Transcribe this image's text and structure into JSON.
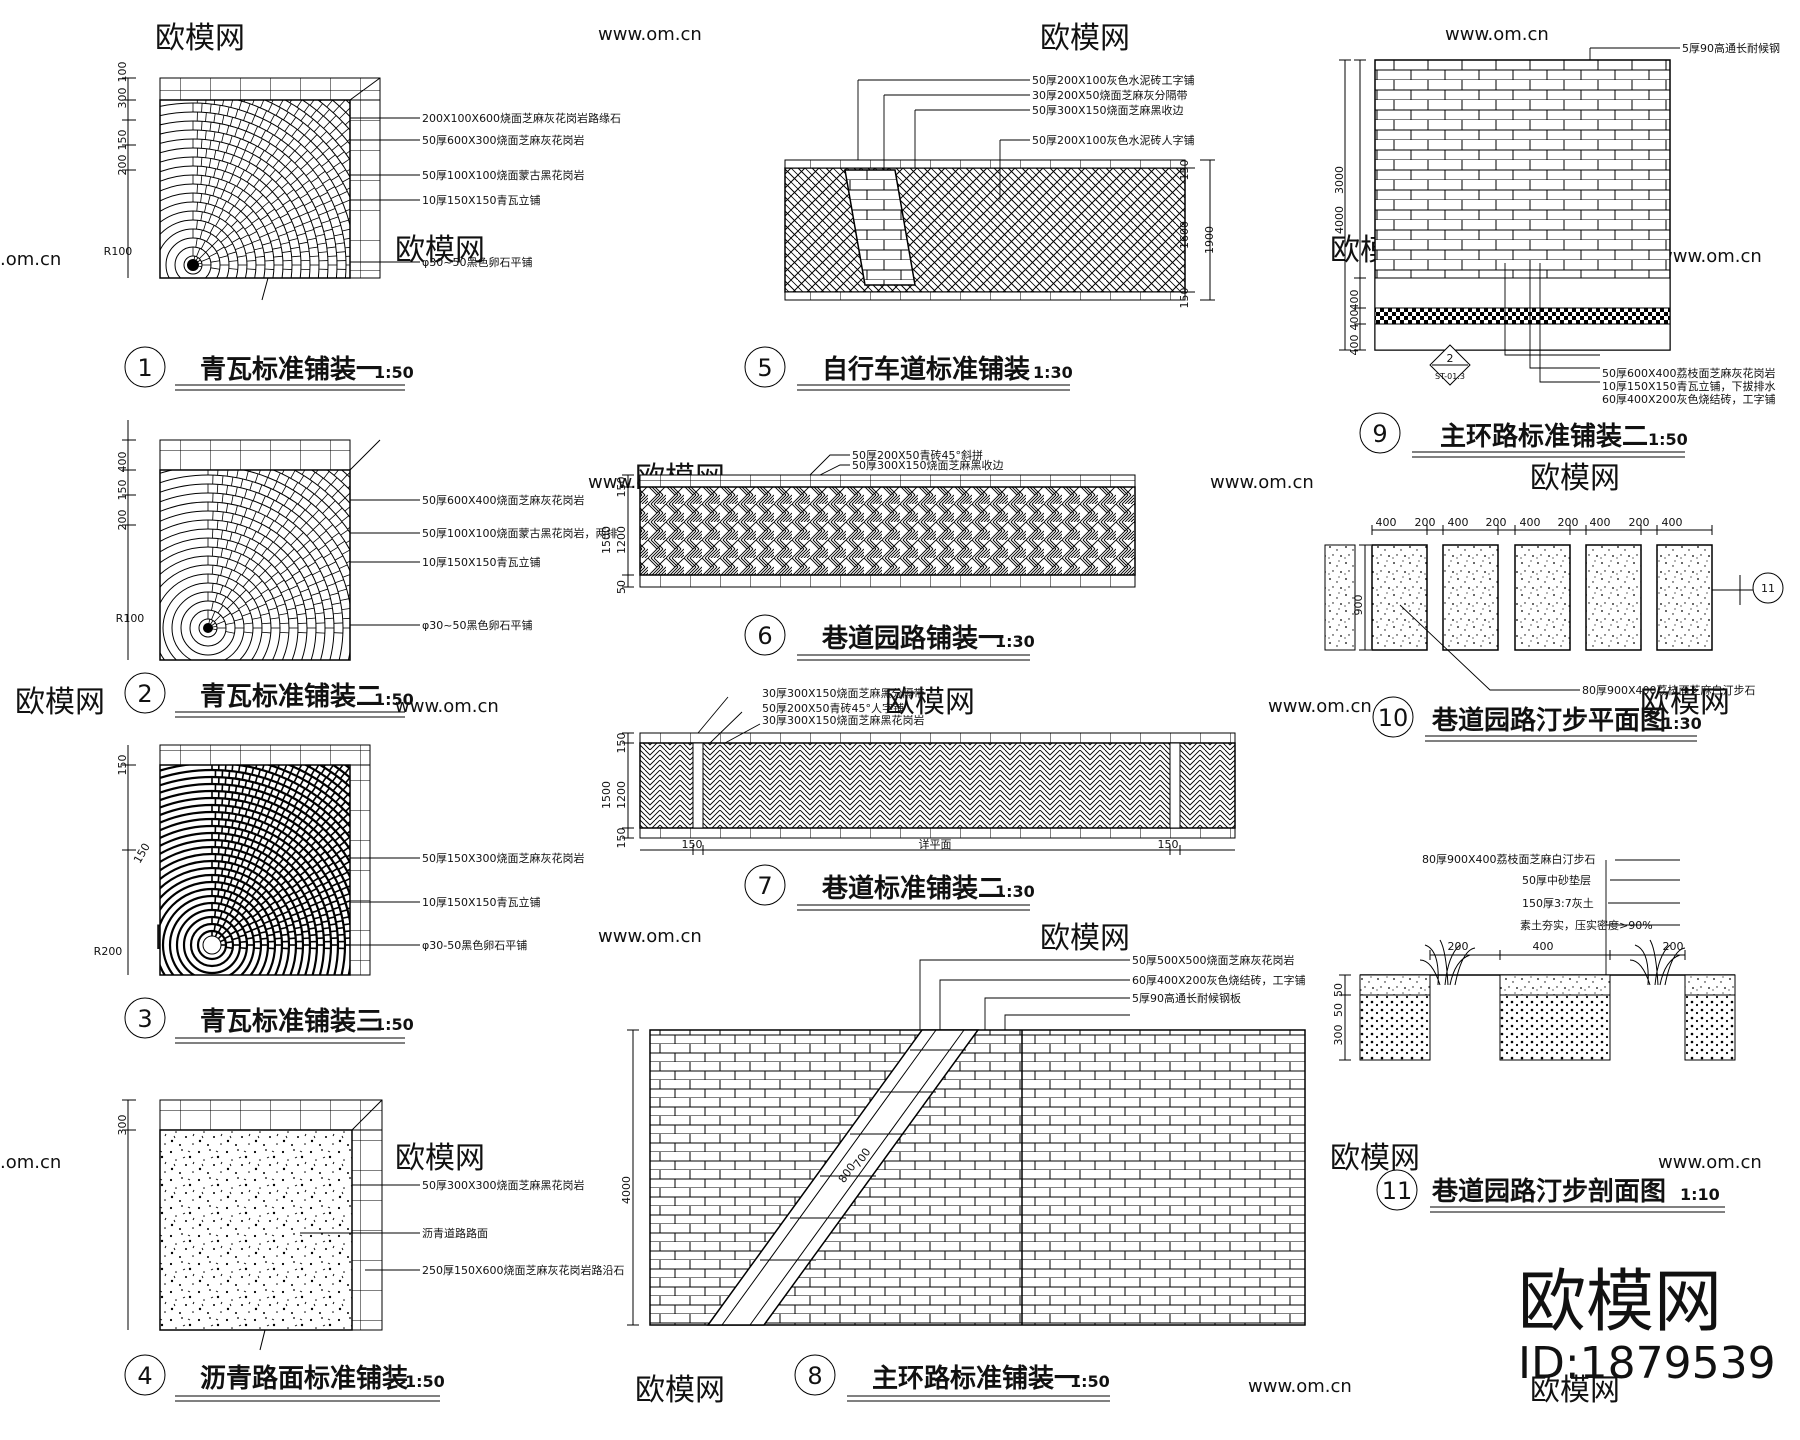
{
  "drawings": [
    {
      "num": "1",
      "title": "青瓦标准铺装一",
      "scale": "1:50",
      "notes": [
        "200X100X600烧面芝麻灰花岗岩路缘石",
        "50厚600X300烧面芝麻灰花岗岩",
        "50厚100X100烧面蒙古黑花岗岩",
        "10厚150X150青瓦立铺",
        "φ30~50黑色卵石平铺"
      ],
      "dims": [
        "100",
        "300",
        "150",
        "200",
        "R100"
      ]
    },
    {
      "num": "2",
      "title": "青瓦标准铺装二",
      "scale": "1:50",
      "notes": [
        "50厚600X400烧面芝麻灰花岗岩",
        "50厚100X100烧面蒙古黑花岗岩，两排",
        "10厚150X150青瓦立铺",
        "φ30~50黑色卵石平铺"
      ],
      "dims": [
        "400",
        "150",
        "200",
        "R100"
      ]
    },
    {
      "num": "3",
      "title": "青瓦标准铺装三",
      "scale": "1:50",
      "notes": [
        "50厚150X300烧面芝麻灰花岗岩",
        "10厚150X150青瓦立铺",
        "φ30-50黑色卵石平铺"
      ],
      "dims": [
        "150",
        "150",
        "R200"
      ]
    },
    {
      "num": "4",
      "title": "沥青路面标准铺装",
      "scale": "1:50",
      "notes": [
        "50厚300X300烧面芝麻黑花岗岩",
        "沥青道路路面",
        "250厚150X600烧面芝麻灰花岗岩路沿石"
      ],
      "dims": [
        "300"
      ]
    },
    {
      "num": "5",
      "title": "自行车道标准铺装",
      "scale": "1:30",
      "notes": [
        "50厚200X100灰色水泥砖工字铺",
        "30厚200X50烧面芝麻灰分隔带",
        "50厚300X150烧面芝麻黑收边",
        "50厚200X100灰色水泥砖人字铺"
      ],
      "dims": [
        "150",
        "1600",
        "150",
        "1900"
      ]
    },
    {
      "num": "6",
      "title": "巷道园路铺装一",
      "scale": "1:30",
      "notes": [
        "50厚200X50青砖45°斜拼",
        "50厚300X150烧面芝麻黑收边"
      ],
      "dims": [
        "150",
        "1200",
        "50",
        "1500"
      ]
    },
    {
      "num": "7",
      "title": "巷道标准铺装二",
      "scale": "1:30",
      "notes": [
        "30厚300X150烧面芝麻黑分隔带",
        "50厚200X50青砖45°人字铺",
        "30厚300X150烧面芝麻黑花岗岩"
      ],
      "dims": [
        "150",
        "1200",
        "150",
        "1500",
        "150",
        "详平面",
        "150"
      ]
    },
    {
      "num": "8",
      "title": "主环路标准铺装一",
      "scale": "1:50",
      "notes": [
        "50厚500X500烧面芝麻灰花岗岩",
        "60厚400X200灰色烧结砖，工字铺",
        "5厚90高通长耐候钢板"
      ],
      "dims": [
        "4000",
        "700",
        "800"
      ]
    },
    {
      "num": "9",
      "title": "主环路标准铺装二",
      "scale": "1:50",
      "notes": [
        "5厚90高通长耐候钢",
        "50厚600X400荔枝面芝麻灰花岗岩",
        "10厚150X150青瓦立铺，下拔排水",
        "60厚400X200灰色烧结砖，工字铺"
      ],
      "dims": [
        "3000",
        "4000",
        "400",
        "400",
        "400"
      ],
      "callout": {
        "top": "2",
        "bottom": "ST-01.3"
      }
    },
    {
      "num": "10",
      "title": "巷道园路汀步平面图",
      "scale": "1:30",
      "notes": [
        "80厚900X400荔枝面芝麻白汀步石"
      ],
      "dims": [
        "400",
        "200",
        "400",
        "200",
        "400",
        "200",
        "400",
        "200",
        "400",
        "900"
      ],
      "callout": "11"
    },
    {
      "num": "11",
      "title": "巷道园路汀步剖面图",
      "scale": "1:10",
      "notes": [
        "80厚900X400荔枝面芝麻白汀步石",
        "50厚中砂垫层",
        "150厚3:7灰土",
        "素土夯实，压实密度>90%"
      ],
      "dims": [
        "200",
        "400",
        "200",
        "50",
        "50",
        "300"
      ]
    }
  ],
  "watermark": {
    "brand": "欧模网",
    "url": "www.om.cn",
    "short": ".om.cn"
  },
  "brand_block": {
    "logo": "欧模网",
    "id": "ID:1879539"
  }
}
